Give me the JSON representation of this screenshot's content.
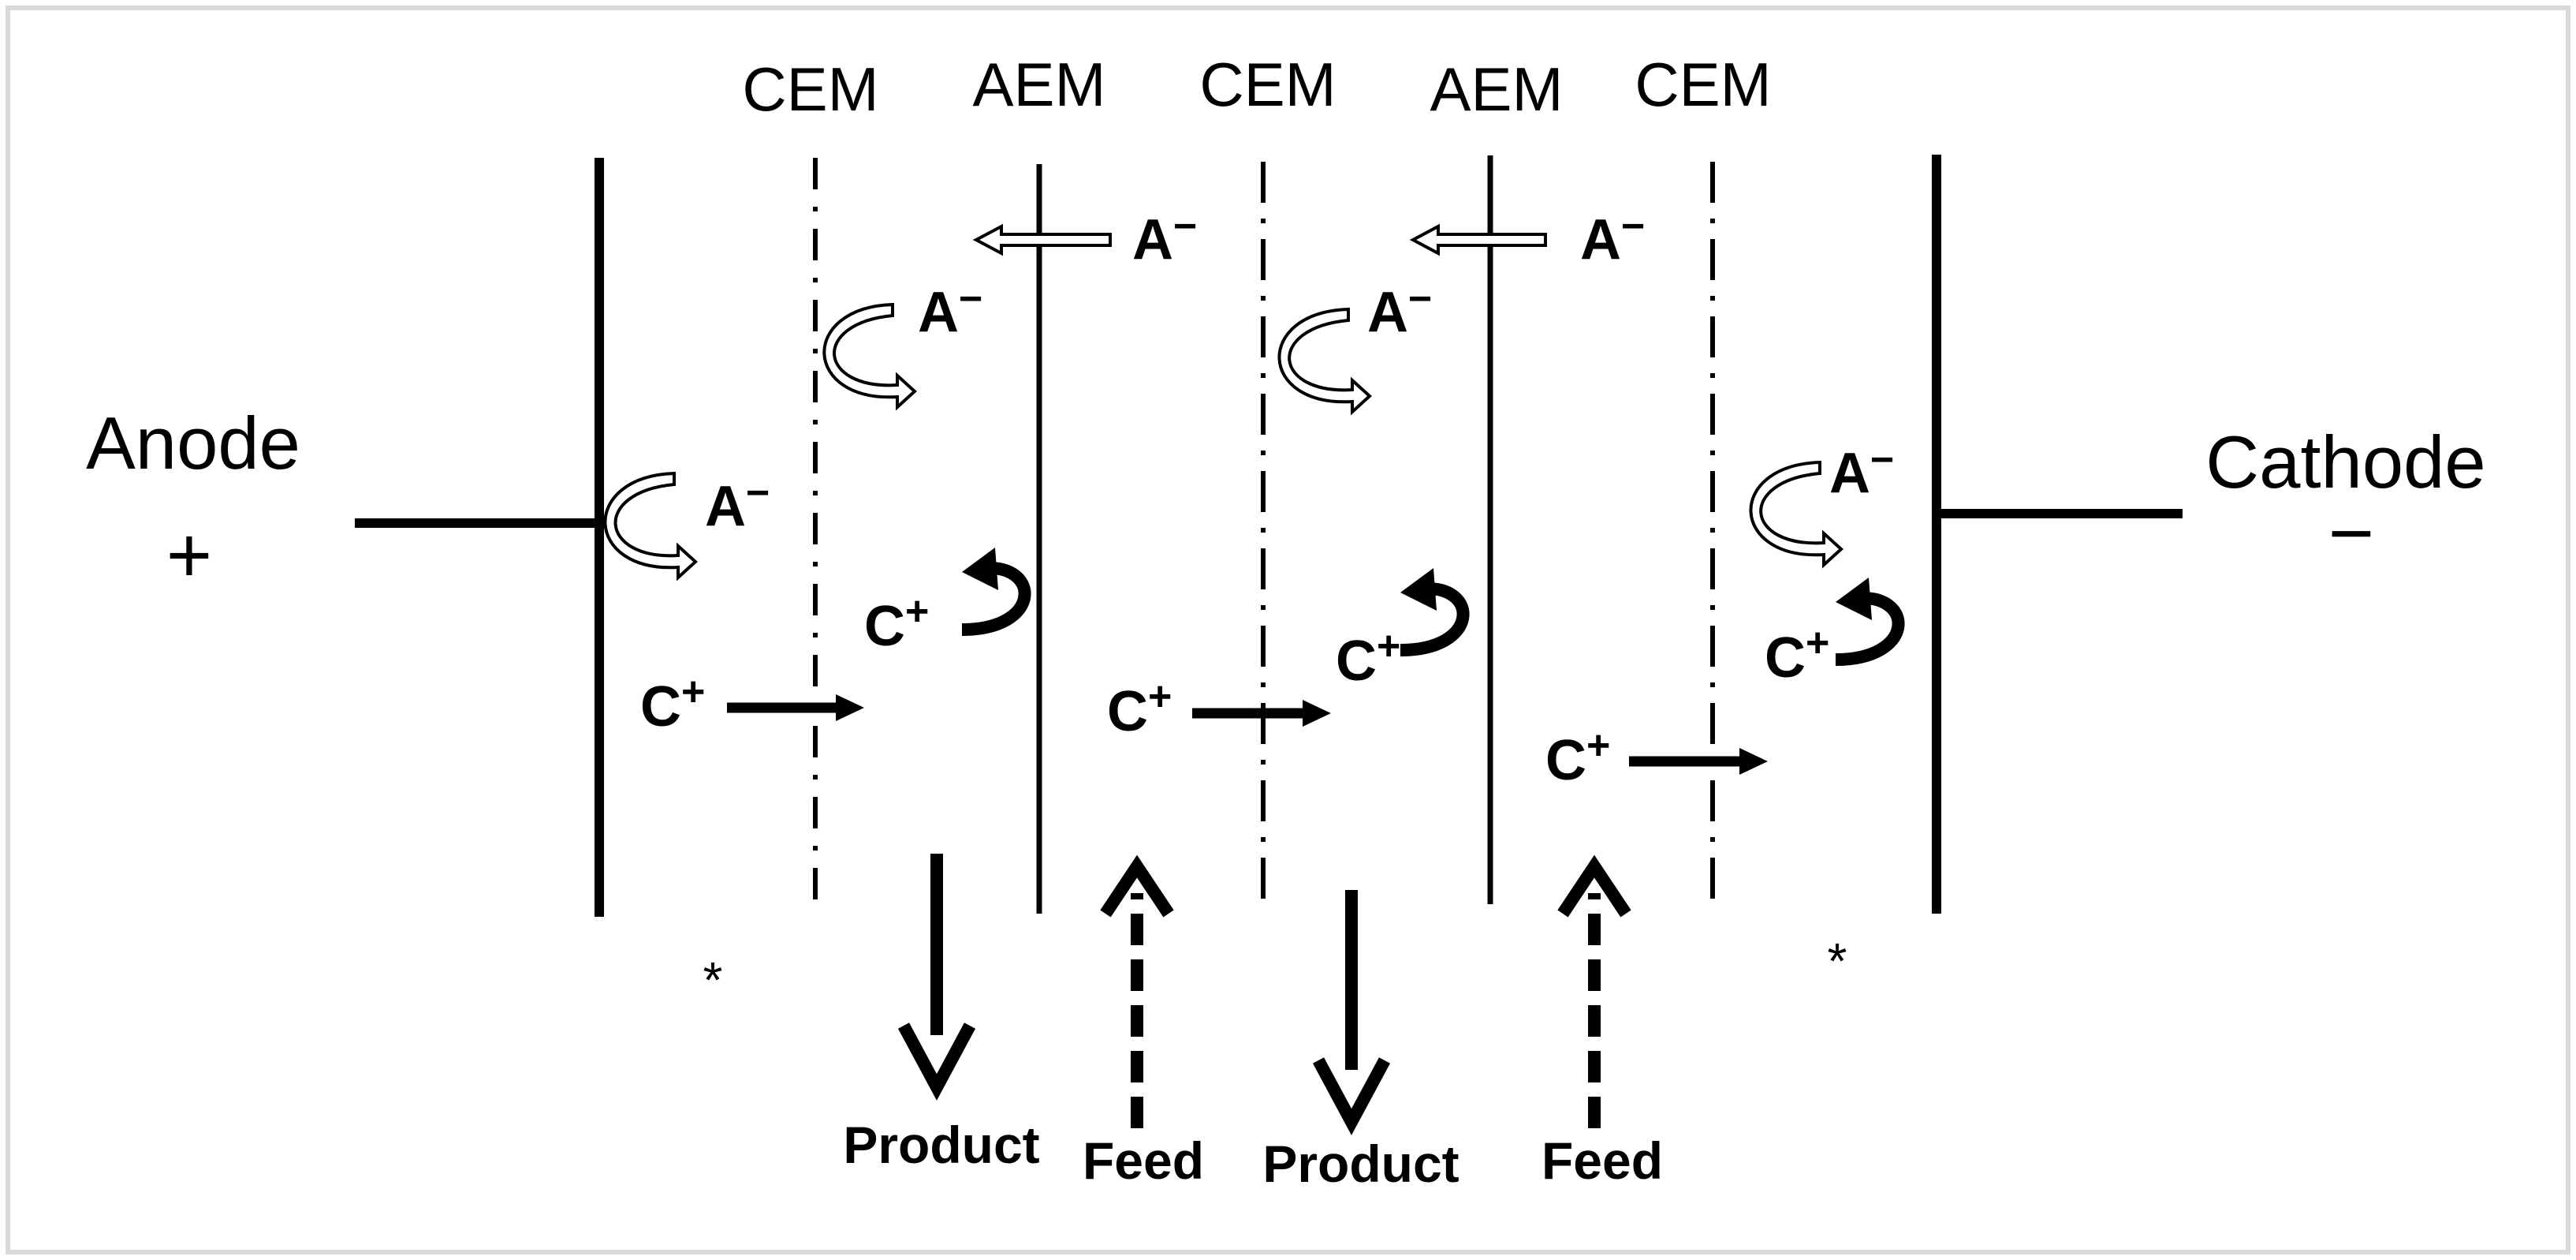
{
  "membrane_labels": [
    "CEM",
    "AEM",
    "CEM",
    "AEM",
    "CEM"
  ],
  "electrodes": {
    "anode": {
      "name": "Anode",
      "sign": "+"
    },
    "cathode": {
      "name": "Cathode",
      "sign": "−"
    }
  },
  "ions": {
    "anion": "A",
    "anion_charge": "−",
    "cation": "C",
    "cation_charge": "+"
  },
  "streams": {
    "product": "Product",
    "feed": "Feed"
  },
  "end_markers": [
    "*",
    "*"
  ],
  "colors": {
    "ink": "#000000",
    "frame": "#d9d9d9",
    "background": "#ffffff"
  }
}
